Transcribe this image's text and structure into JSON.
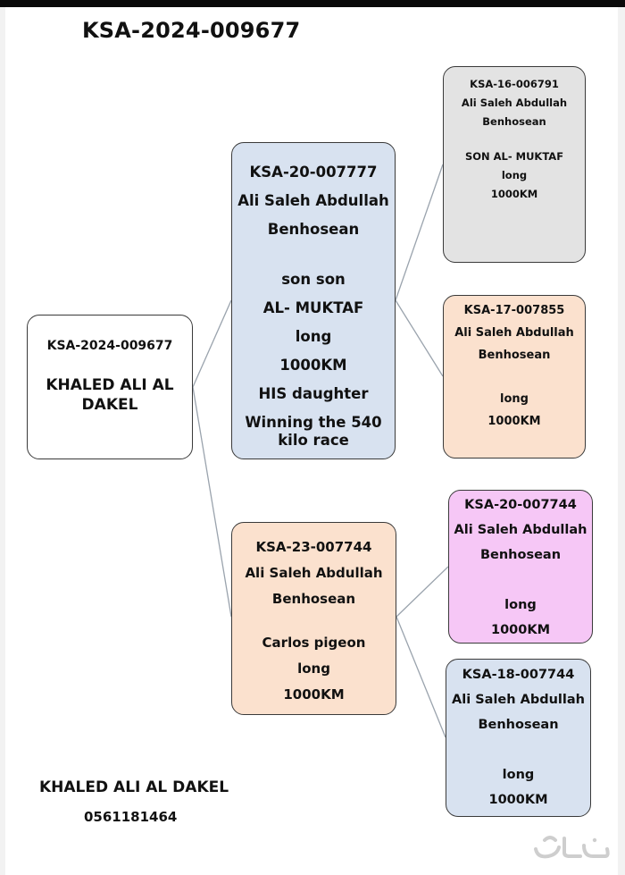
{
  "page": {
    "title": "KSA-2024-009677"
  },
  "pedigree": {
    "root": {
      "id": "KSA-2024-009677",
      "name_line1": "KHALED ALI AL",
      "name_line2": "DAKEL"
    },
    "sire": {
      "lines": [
        "KSA-20-007777",
        "Ali Saleh Abdullah",
        "Benhosean",
        "",
        "son son",
        "AL- MUKTAF",
        "long",
        "1000KM",
        "HIS daughter",
        "Winning the 540",
        "kilo race"
      ]
    },
    "dam": {
      "lines": [
        "KSA-23-007744",
        "Ali Saleh Abdullah",
        "Benhosean",
        "",
        "Carlos pigeon",
        "long",
        "1000KM"
      ]
    },
    "sire_sire": {
      "lines": [
        "KSA-16-006791",
        "Ali Saleh Abdullah",
        "Benhosean",
        "",
        "SON AL- MUKTAF",
        "long",
        "1000KM"
      ]
    },
    "sire_dam": {
      "lines": [
        "KSA-17-007855",
        "Ali Saleh Abdullah",
        "Benhosean",
        "",
        "long",
        "1000KM"
      ]
    },
    "dam_sire": {
      "lines": [
        "KSA-20-007744",
        "Ali Saleh Abdullah",
        "Benhosean",
        "",
        "long",
        "1000KM"
      ]
    },
    "dam_dam": {
      "lines": [
        "KSA-18-007744",
        "Ali Saleh Abdullah",
        "Benhosean",
        "",
        "long",
        "1000KM"
      ]
    }
  },
  "footer": {
    "owner": "KHALED ALI AL DAKEL",
    "phone": "0561181464"
  },
  "watermark": {
    "text": "حراج"
  },
  "colors": {
    "root": "#ffffff",
    "blue": "#d8e2f0",
    "peach": "#fbe1ce",
    "gray": "#e3e3e3",
    "pink": "#f6c7f6",
    "border": "#3a3a3a",
    "connector": "#9aa3ad"
  }
}
